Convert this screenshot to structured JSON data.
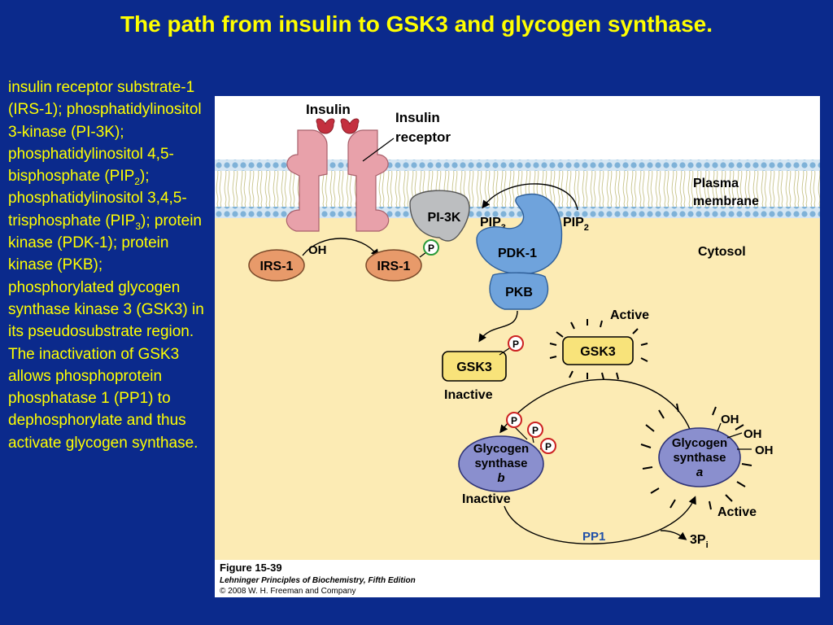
{
  "title": "The path from insulin to GSK3 and glycogen synthase.",
  "side_text": {
    "part1": "insulin receptor substrate-1 (IRS-1); phosphatidylinositol 3-kinase (PI-3K); phosphatidylinositol 4,5-bisphosphate (PIP",
    "sub1": "2",
    "part2": "); phosphatidylinositol 3,4,5-trisphosphate (PIP",
    "sub2": "3",
    "part3": "); protein kinase (PDK-1); protein kinase (PKB); phosphorylated glycogen synthase kinase 3 (GSK3) in its pseudosubstrate region. The inactivation of GSK3 allows phosphoprotein phosphatase 1 (PP1) to dephosphorylate and thus activate glycogen synthase."
  },
  "diagram": {
    "insulin": "Insulin",
    "receptor_line1": "Insulin",
    "receptor_line2": "receptor",
    "plasma_line1": "Plasma",
    "plasma_line2": "membrane",
    "cytosol": "Cytosol",
    "pi3k": "PI-3K",
    "pip3": "PIP",
    "pip3_sub": "3",
    "pip2": "PIP",
    "pip2_sub": "2",
    "pdk1": "PDK-1",
    "pkb": "PKB",
    "irs1_left": "IRS-1",
    "irs1_right": "IRS-1",
    "oh": "OH",
    "p": "P",
    "active_top": "Active",
    "gsk3_active": "GSK3",
    "gsk3_inactive": "GSK3",
    "inactive_left": "Inactive",
    "gs_b_line1": "Glycogen",
    "gs_b_line2": "synthase",
    "gs_b_form": "b",
    "inactive_bottom": "Inactive",
    "gs_a_line1": "Glycogen",
    "gs_a_line2": "synthase",
    "gs_a_form": "a",
    "active_bottom": "Active",
    "oh1": "OH",
    "oh2": "OH",
    "oh3": "OH",
    "pp1": "PP1",
    "pi": "3P",
    "pi_sub": "i",
    "fig_caption": "Figure 15-39",
    "fig_book": "Lehninger Principles of Biochemistry, Fifth Edition",
    "fig_copyright": "© 2008 W. H. Freeman and Company"
  },
  "colors": {
    "background": "#0b2a8c",
    "title": "#ffff00",
    "cytosol": "#fcebb4",
    "membrane_head": "#7fb2d8",
    "receptor": "#e8a1aa",
    "insulin": "#c4303f",
    "irs1": "#e89a6a",
    "pi3k": "#bcbec0",
    "pdk1_pkb": "#6fa3dc",
    "gsk3": "#f8e37a",
    "glycogen_synthase": "#8a8fce",
    "phosphate": "#cc2222",
    "pp1": "#1f4fa8"
  }
}
